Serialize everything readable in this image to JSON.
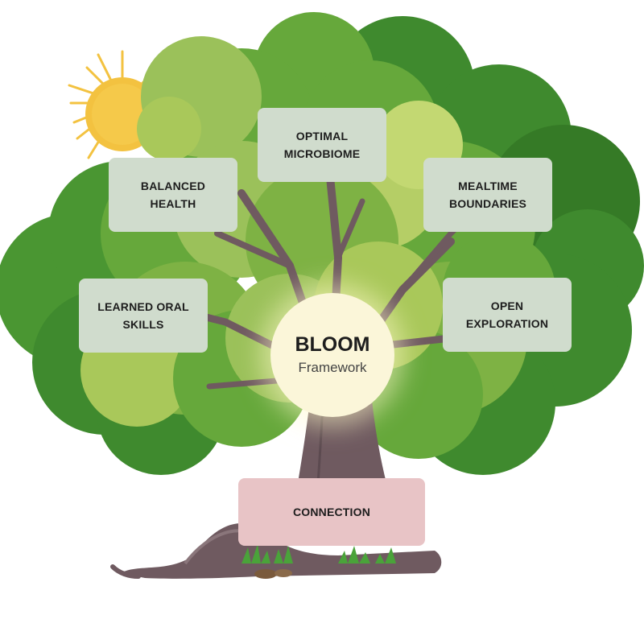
{
  "center": {
    "title": "BLOOM",
    "subtitle": "Framework"
  },
  "nodes": {
    "optimal_microbiome": "OPTIMAL\nMICROBIOME",
    "balanced_health": "BALANCED\nHEALTH",
    "mealtime_boundaries": "MEALTIME\nBOUNDARIES",
    "learned_oral_skills": "LEARNED ORAL\nSKILLS",
    "open_exploration": "OPEN\nEXPLORATION",
    "connection": "CONNECTION"
  },
  "colors": {
    "node_fill": "#d0dccd",
    "root_node_fill": "#e8c4c6",
    "center_fill": "#fbf6d9",
    "sun": "#f3c240",
    "foliage_dark": "#3f8a2e",
    "foliage_mid": "#66a83b",
    "foliage_light": "#a9c85a",
    "trunk": "#6f5a60"
  }
}
